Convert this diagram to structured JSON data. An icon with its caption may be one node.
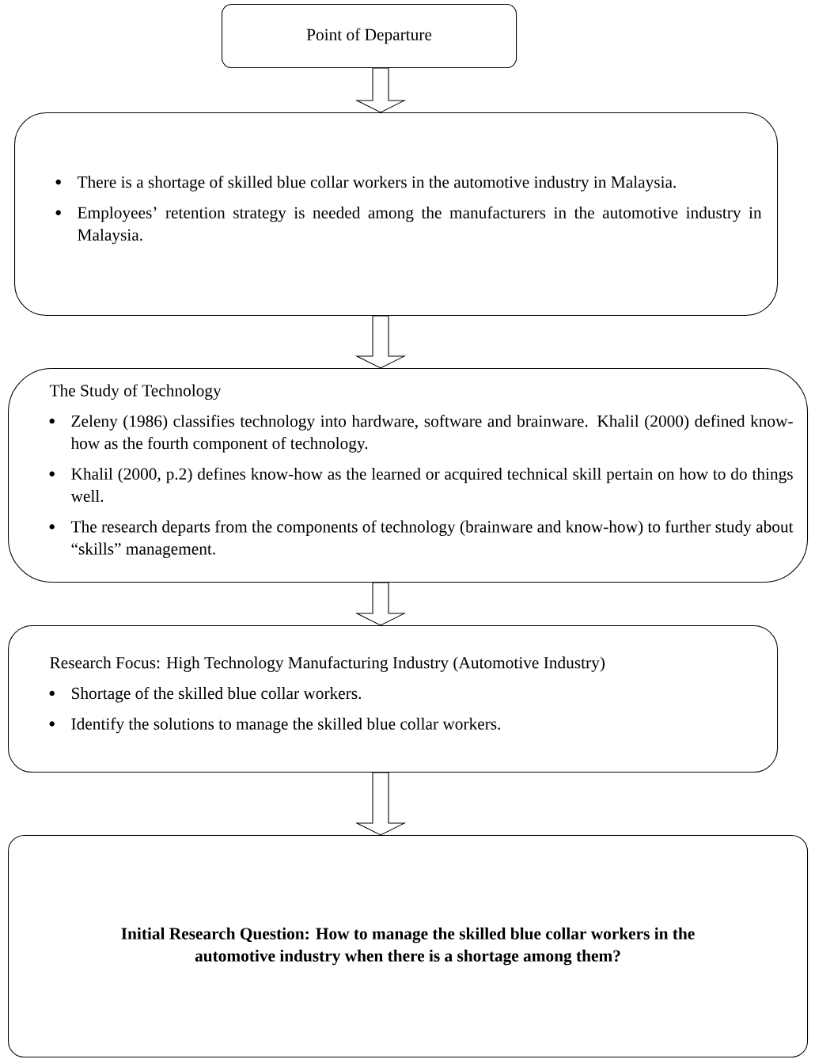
{
  "diagram": {
    "nodes": [
      {
        "text": [
          "Point of Departure"
        ]
      },
      {
        "text": [
          "There is a shortage of skilled blue collar workers in the automotive industry in Malaysia.",
          "Employees’ retention strategy is needed among the manufacturers in the automotive industry in Malaysia."
        ]
      },
      {
        "text": [
          "The Study of Technology",
          "Zeleny (1986) classifies technology into hardware, software and brainware. Khalil (2000) defined know-how as the fourth component of technology.",
          "Khalil (2000, p.2) defines know-how as the learned or acquired technical skill pertain on how to do things well.",
          "The research departs from the components of technology (brainware and know-how) to further study about “skills” management."
        ]
      },
      {
        "text": [
          "Research Focus: High Technology Manufacturing Industry (Automotive Industry)",
          "Shortage of the skilled blue collar workers.",
          "Identify the solutions to manage the skilled blue collar workers."
        ]
      },
      {
        "text": [
          "Initial Research Question: How to manage the skilled blue collar workers in the automotive industry when there is a shortage among them?"
        ]
      }
    ],
    "edges": [
      {
        "from": 0,
        "to": 1,
        "arrow": "to"
      },
      {
        "from": 1,
        "to": 2,
        "arrow": "to"
      },
      {
        "from": 2,
        "to": 3,
        "arrow": "to"
      },
      {
        "from": 3,
        "to": 4,
        "arrow": "to"
      }
    ]
  }
}
